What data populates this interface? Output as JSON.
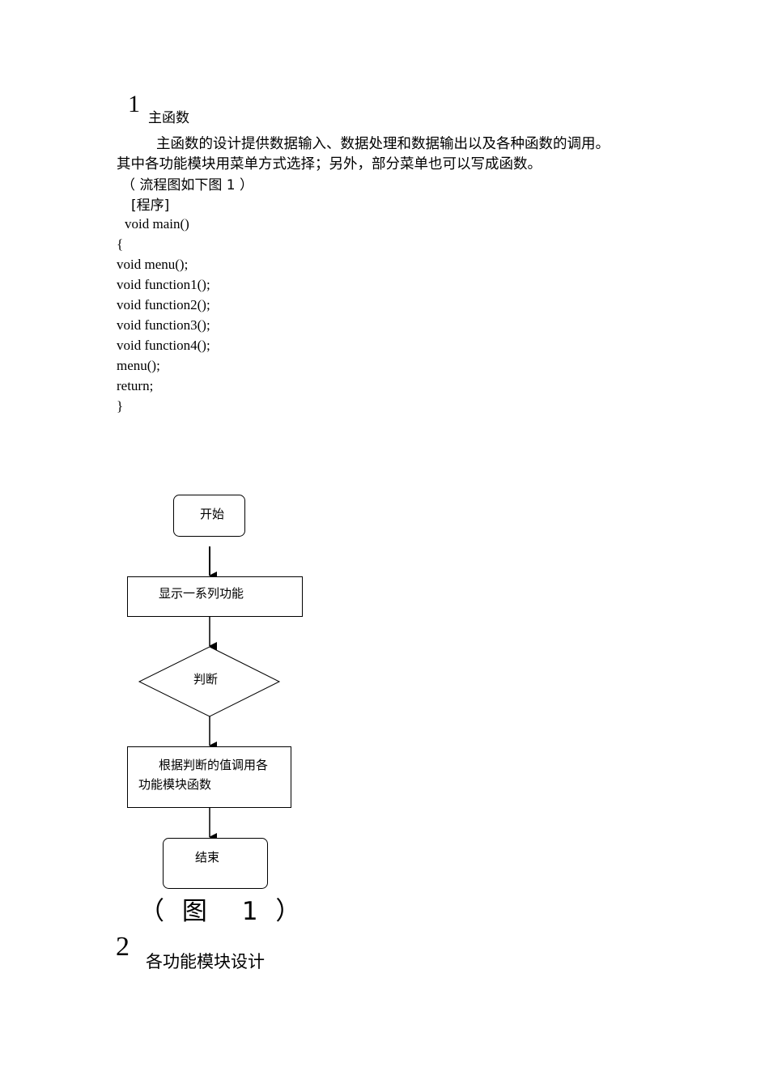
{
  "section1": {
    "number": "1",
    "title": "主函数",
    "paragraph_line1": "主函数的设计提供数据输入、数据处理和数据输出以及各种函数的调用。",
    "paragraph_line2": "其中各功能模块用菜单方式选择；另外，部分菜单也可以写成函数。",
    "flow_note": "（ 流程图如下图 1 ）",
    "program_label": "[程序]",
    "code": [
      "void main()",
      "{",
      "void menu();",
      "void function1();",
      "void function2();",
      "void function3();",
      "void function4();",
      "menu();",
      "return;",
      "}"
    ]
  },
  "flowchart": {
    "start": "开始",
    "step1": "显示一系列功能",
    "decision": "判断",
    "step2_line1": "根据判断的值调用各",
    "step2_line2": "功能模块函数",
    "end": "结束",
    "caption": "（ 图　1 ）"
  },
  "section2": {
    "number": "2",
    "title": "各功能模块设计"
  }
}
